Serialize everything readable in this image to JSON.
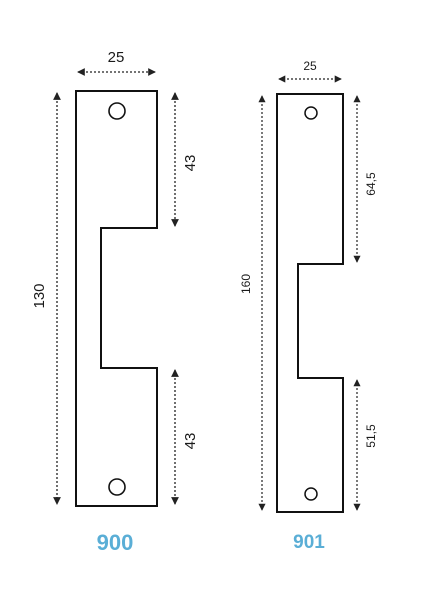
{
  "colors": {
    "outline": "#111111",
    "dimension_line": "#222222",
    "model_label": "#5aaed6",
    "background": "#ffffff"
  },
  "plates": [
    {
      "model": "900",
      "width_label": "25",
      "height_label": "130",
      "upper_segment_label": "43",
      "lower_segment_label": "43"
    },
    {
      "model": "901",
      "width_label": "25",
      "height_label": "160",
      "upper_segment_label": "64,5",
      "lower_segment_label": "51,5"
    }
  ]
}
